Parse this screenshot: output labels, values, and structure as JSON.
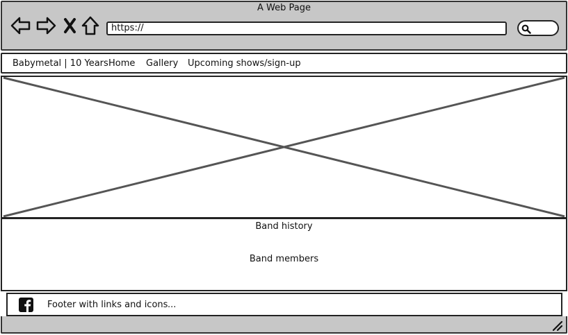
{
  "window": {
    "title": "A Web Page"
  },
  "address_bar": {
    "url": "https://"
  },
  "nav": {
    "items": [
      {
        "label": "Babymetal | 10 Years"
      },
      {
        "label": "Home"
      },
      {
        "label": "Gallery"
      },
      {
        "label": "Upcoming shows/sign-up"
      }
    ]
  },
  "hero": {
    "icon": "image-placeholder"
  },
  "content": {
    "history_label": "Band history",
    "members_label": "Band members"
  },
  "footer": {
    "icon": "facebook-icon",
    "text": "Footer with links and icons",
    "ellipsis": "..."
  },
  "colors": {
    "chrome": "#c7c7c7",
    "border": "#222222",
    "background": "#ffffff",
    "placeholder_line": "#555555"
  }
}
